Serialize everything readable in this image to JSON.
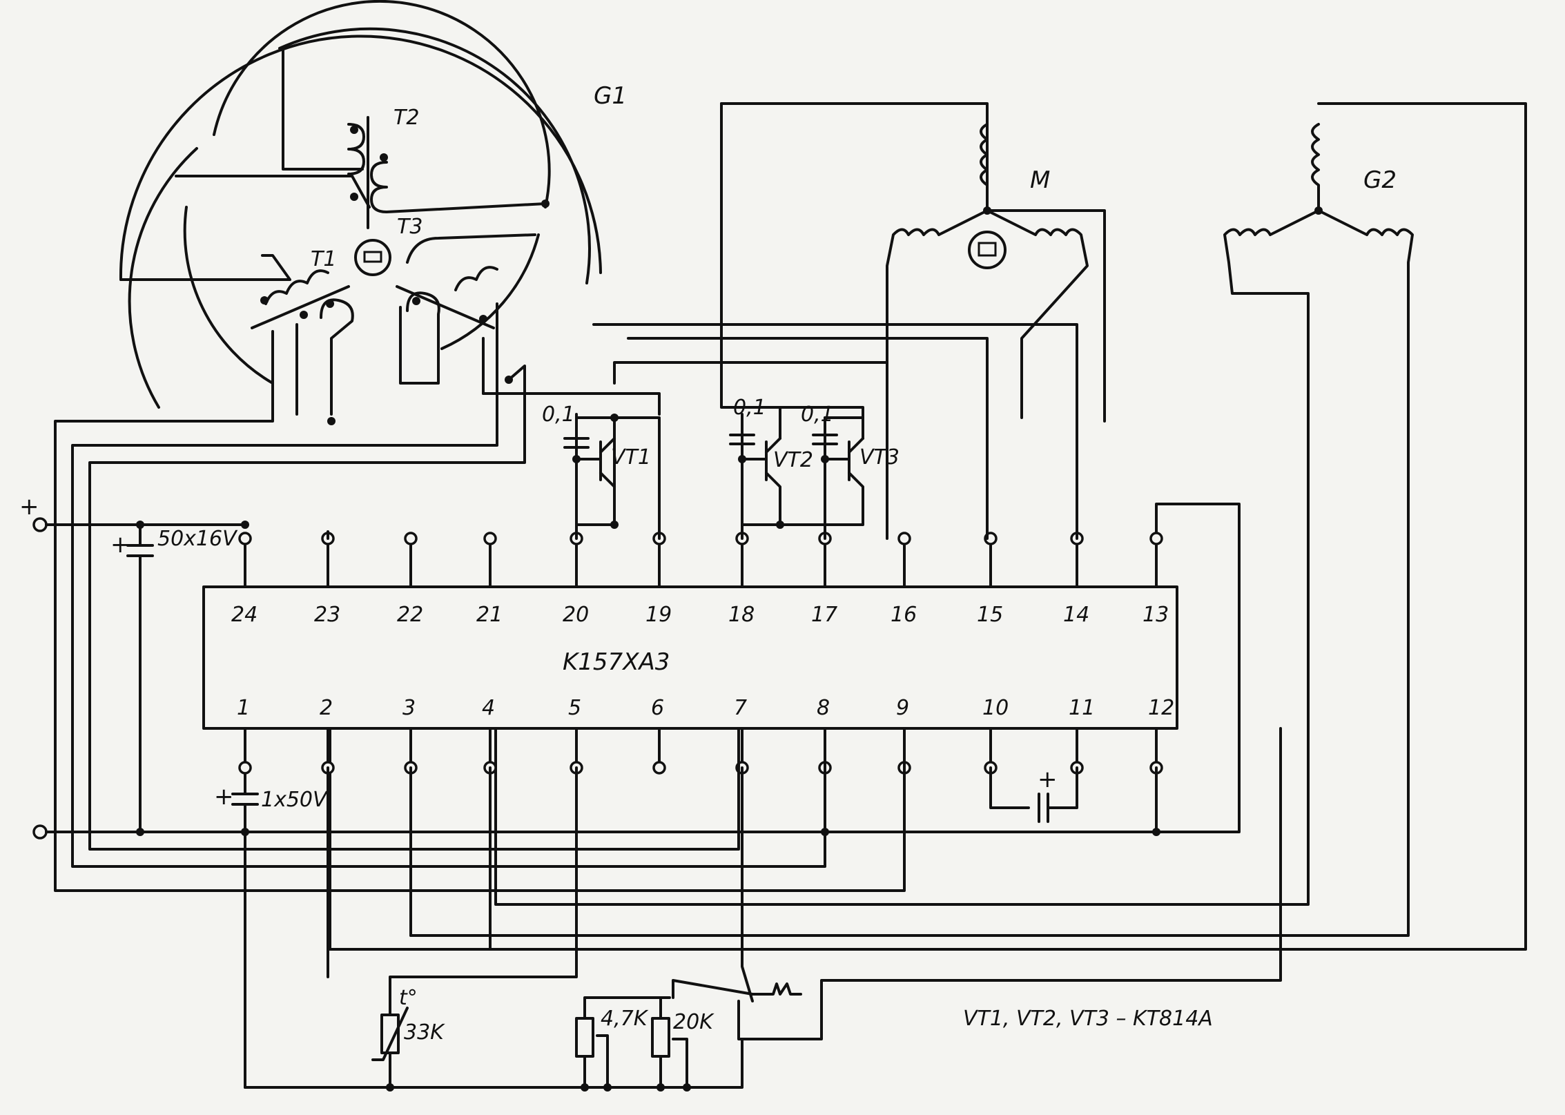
{
  "components": {
    "generator1": "G1",
    "generator2": "G2",
    "motor": "M",
    "transformers": [
      "T1",
      "T2",
      "T3"
    ],
    "ic": "K157XA3",
    "transistors": [
      "VT1",
      "VT2",
      "VT3"
    ],
    "transistor_caps": [
      "0,1",
      "0,1",
      "0,1"
    ],
    "cap_supply": "50x16V",
    "cap_pin1": "1x50V",
    "thermistor_symbol": "t°",
    "thermistor_value": "33K",
    "resistor1": "4,7K",
    "resistor2": "20K",
    "plus_sign": "+",
    "note": "VT1, VT2, VT3 – KT814A"
  },
  "ic_pins_top": [
    "24",
    "23",
    "22",
    "21",
    "20",
    "19",
    "18",
    "17",
    "16",
    "15",
    "14",
    "13"
  ],
  "ic_pins_bottom": [
    "1",
    "2",
    "3",
    "4",
    "5",
    "6",
    "7",
    "8",
    "9",
    "10",
    "11",
    "12"
  ]
}
